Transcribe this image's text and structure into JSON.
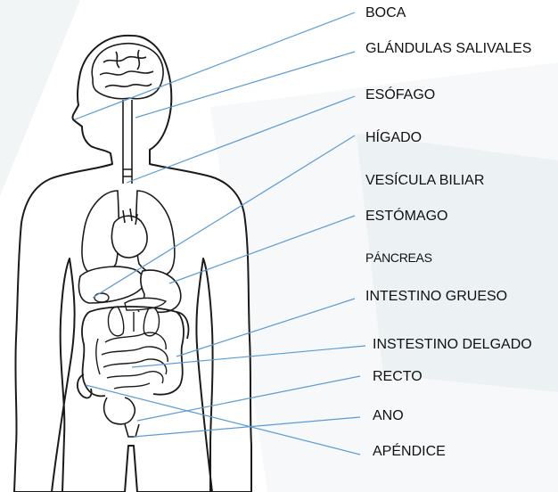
{
  "colors": {
    "leader_line": "#5b9bd5",
    "outline": "#1a1a1a",
    "background": "#ffffff",
    "bg_shape": "#eef2f4"
  },
  "labels": [
    {
      "id": "boca",
      "text": "BOCA"
    },
    {
      "id": "glandulas",
      "text": "GLÁNDULAS SALIVALES"
    },
    {
      "id": "esofago",
      "text": "ESÓFAGO"
    },
    {
      "id": "higado",
      "text": "HÍGADO"
    },
    {
      "id": "vesicula",
      "text": "VESÍCULA BILIAR"
    },
    {
      "id": "estomago",
      "text": "ESTÓMAGO"
    },
    {
      "id": "pancreas",
      "text": "PÁNCREAS"
    },
    {
      "id": "grueso",
      "text": "INTESTINO GRUESO"
    },
    {
      "id": "delgado",
      "text": "INSTESTINO DELGADO"
    },
    {
      "id": "recto",
      "text": "RECTO"
    },
    {
      "id": "ano",
      "text": "ANO"
    },
    {
      "id": "apendice",
      "text": "APÉNDICE"
    }
  ]
}
